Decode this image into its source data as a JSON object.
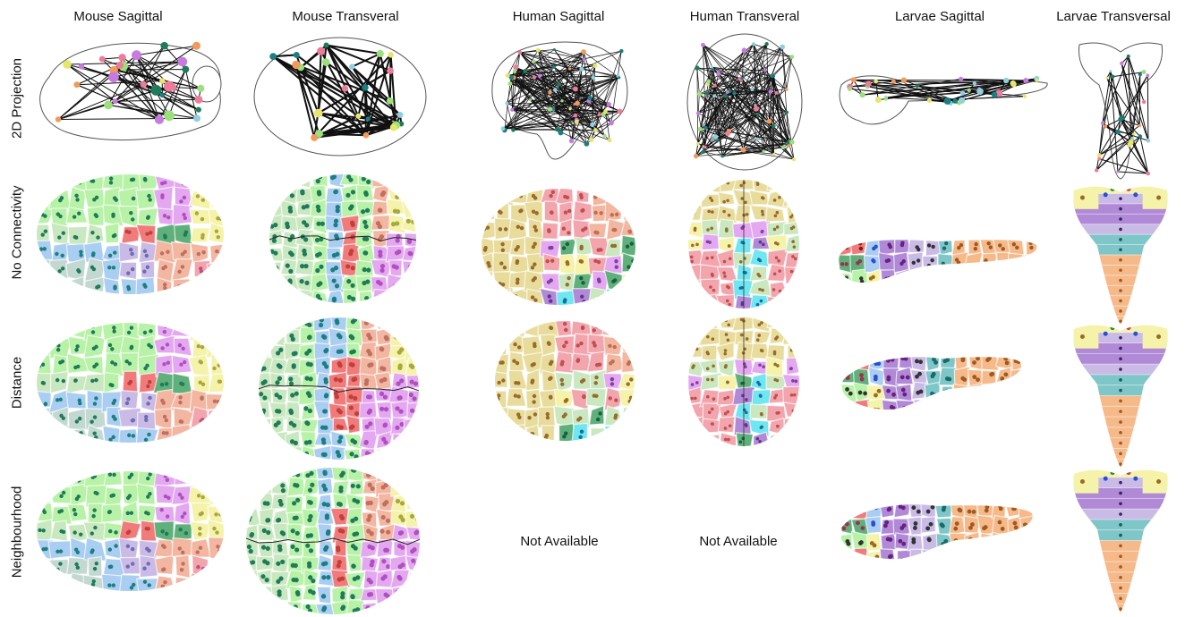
{
  "columns": [
    {
      "key": "mouse_sag",
      "title": "Mouse Sagittal"
    },
    {
      "key": "mouse_tra",
      "title": "Mouse Transveral"
    },
    {
      "key": "human_sag",
      "title": "Human Sagittal"
    },
    {
      "key": "human_tra",
      "title": "Human Transveral"
    },
    {
      "key": "larvae_sag",
      "title": "Larvae Sagittal"
    },
    {
      "key": "larvae_tra",
      "title": "Larvae Transversal"
    }
  ],
  "rows": [
    {
      "key": "proj",
      "label": "2D Projection"
    },
    {
      "key": "noconn",
      "label": "No Connectivity"
    },
    {
      "key": "dist",
      "label": "Distance"
    },
    {
      "key": "neigh",
      "label": "Neighbourhood"
    }
  ],
  "not_available": "Not Available",
  "palette": {
    "green": "#b7f2a7",
    "lightgreen": "#c9e8c0",
    "pink": "#f3a5ad",
    "salmon": "#f3b6a0",
    "yellow": "#f5f2a9",
    "blue": "#aacdf2",
    "teal": "#7fc6c9",
    "violet": "#e3a8f0",
    "lavender": "#c9bbe6",
    "orange": "#f6b98a",
    "khaki": "#e8dc9c",
    "cyan": "#6fe6f0",
    "darkgreen": "#5fb07a",
    "red": "#f17b7b",
    "purple": "#b08ad6",
    "grey": "#c2d8d1"
  },
  "dots": {
    "dark": "#1f7b5a",
    "teal": "#1b7f82",
    "brown": "#9a6b2a",
    "red": "#c0413c",
    "blue": "#2a4fd0"
  }
}
